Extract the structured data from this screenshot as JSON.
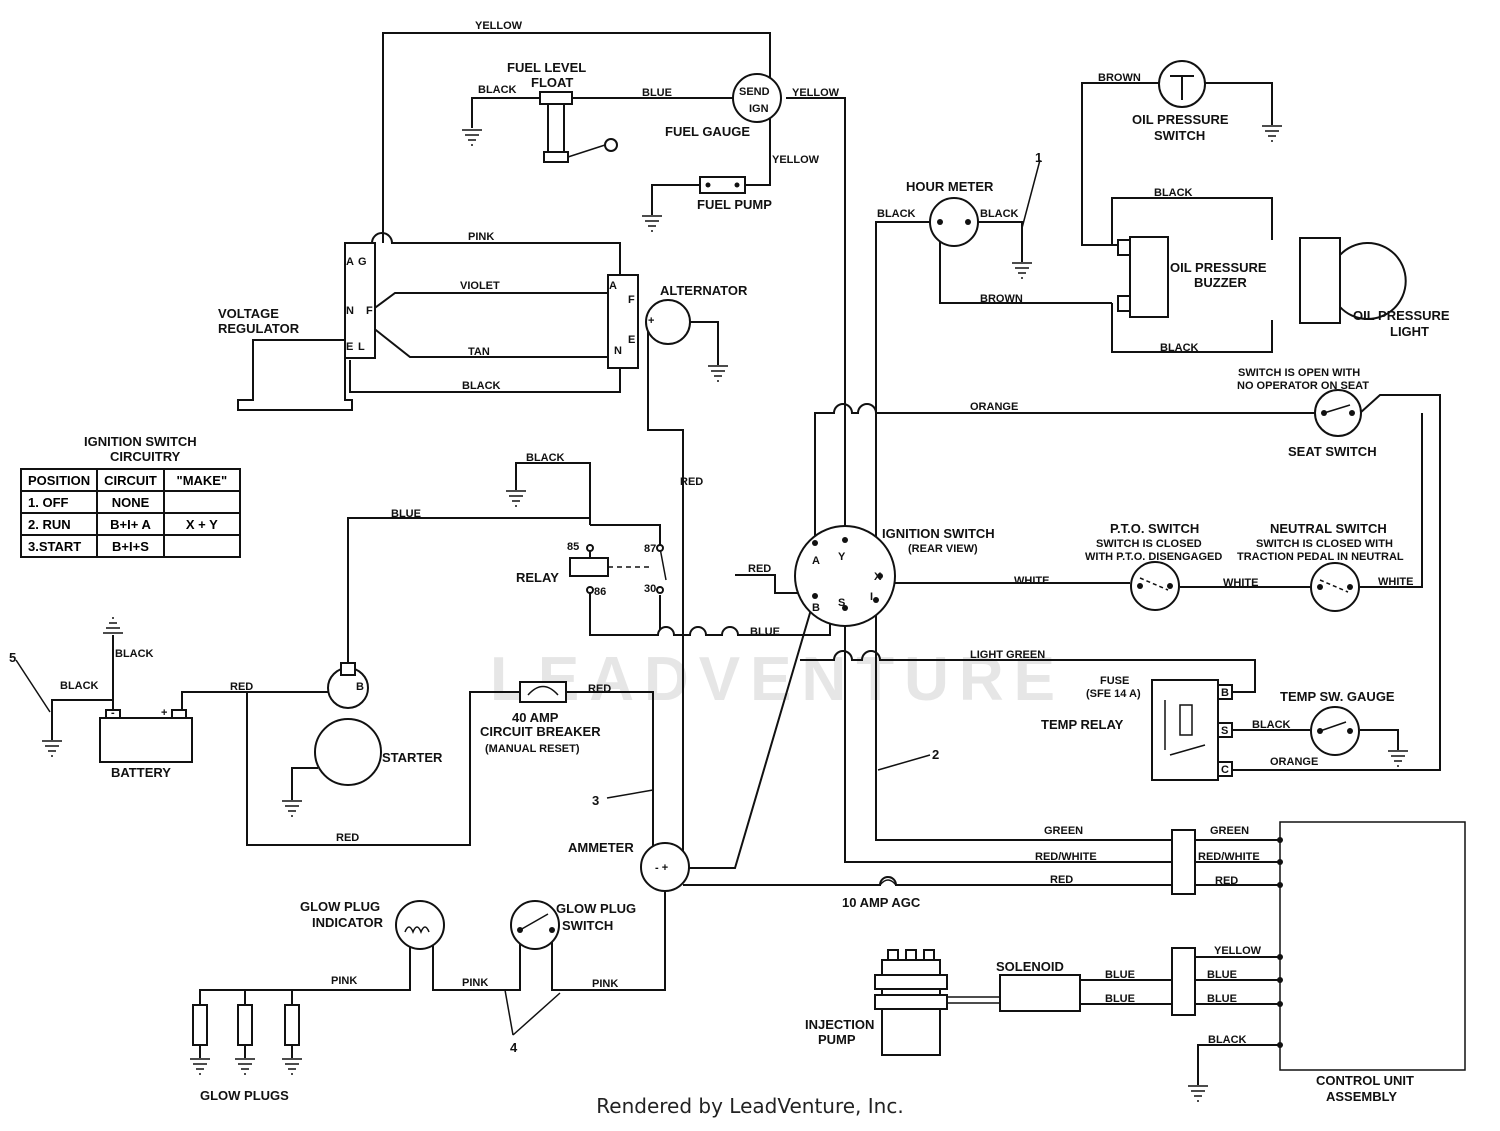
{
  "watermark": "LEADVENTURE",
  "footer": "Rendered by LeadVenture, Inc.",
  "table": {
    "title_1": "IGNITION SWITCH",
    "title_2": "CIRCUITRY",
    "headers": [
      "POSITION",
      "CIRCUIT",
      "\"MAKE\""
    ],
    "rows": [
      [
        "1. OFF",
        "NONE",
        ""
      ],
      [
        "2. RUN",
        "B+I+ A",
        "X + Y"
      ],
      [
        "3.START",
        "B+I+S",
        ""
      ]
    ]
  },
  "components": {
    "fuel_level_float_1": "FUEL LEVEL",
    "fuel_level_float_2": "FLOAT",
    "fuel_gauge": "FUEL GAUGE",
    "send": "SEND",
    "ign": "IGN",
    "fuel_pump": "FUEL PUMP",
    "voltage_regulator_1": "VOLTAGE",
    "voltage_regulator_2": "REGULATOR",
    "alternator": "ALTERNATOR",
    "hour_meter": "HOUR METER",
    "oil_pressure_switch_1": "OIL PRESSURE",
    "oil_pressure_switch_2": "SWITCH",
    "oil_pressure_buzzer_1": "OIL PRESSURE",
    "oil_pressure_buzzer_2": "BUZZER",
    "oil_pressure_light_1": "OIL PRESSURE",
    "oil_pressure_light_2": "LIGHT",
    "seat_note_1": "SWITCH IS OPEN WITH",
    "seat_note_2": "NO OPERATOR ON SEAT",
    "seat_switch": "SEAT SWITCH",
    "ignition_switch_1": "IGNITION SWITCH",
    "ignition_switch_2": "(REAR VIEW)",
    "pto_switch_1": "P.T.O. SWITCH",
    "pto_switch_2": "SWITCH IS CLOSED",
    "pto_switch_3": "WITH P.T.O. DISENGAGED",
    "neutral_switch_1": "NEUTRAL SWITCH",
    "neutral_switch_2": "SWITCH IS CLOSED WITH",
    "neutral_switch_3": "TRACTION PEDAL IN NEUTRAL",
    "relay": "RELAY",
    "battery": "BATTERY",
    "starter": "STARTER",
    "breaker_1": "40 AMP",
    "breaker_2": "CIRCUIT BREAKER",
    "breaker_3": "(MANUAL RESET)",
    "fuse_1": "FUSE",
    "fuse_2": "(SFE 14 A)",
    "temp_relay": "TEMP RELAY",
    "temp_gauge": "TEMP  SW. GAUGE",
    "ammeter": "AMMETER",
    "agc": "10 AMP AGC",
    "glow_indicator_1": "GLOW PLUG",
    "glow_indicator_2": "INDICATOR",
    "glow_switch_1": "GLOW PLUG",
    "glow_switch_2": "SWITCH",
    "glow_plugs": "GLOW PLUGS",
    "solenoid": "SOLENOID",
    "injection_pump_1": "INJECTION",
    "injection_pump_2": "PUMP",
    "control_unit_1": "CONTROL UNIT",
    "control_unit_2": "ASSEMBLY"
  },
  "wires": {
    "yellow": "YELLOW",
    "black": "BLACK",
    "blue": "BLUE",
    "pink": "PINK",
    "violet": "VIOLET",
    "tan": "TAN",
    "red": "RED",
    "brown": "BROWN",
    "orange": "ORANGE",
    "white": "WHITE",
    "light_green": "LIGHT GREEN",
    "green": "GREEN",
    "red_white": "RED/WHITE"
  },
  "terminals": {
    "a": "A",
    "g": "G",
    "n": "N",
    "f": "F",
    "e": "E",
    "l": "L",
    "y": "Y",
    "x": "X",
    "b": "B",
    "s": "S",
    "i": "I",
    "c": "C",
    "r85": "85",
    "r86": "86",
    "r87": "87",
    "r30": "30",
    "plus": "+",
    "minus": "-",
    "plus_minus": "- +"
  },
  "callouts": [
    "1",
    "2",
    "3",
    "4",
    "5"
  ]
}
